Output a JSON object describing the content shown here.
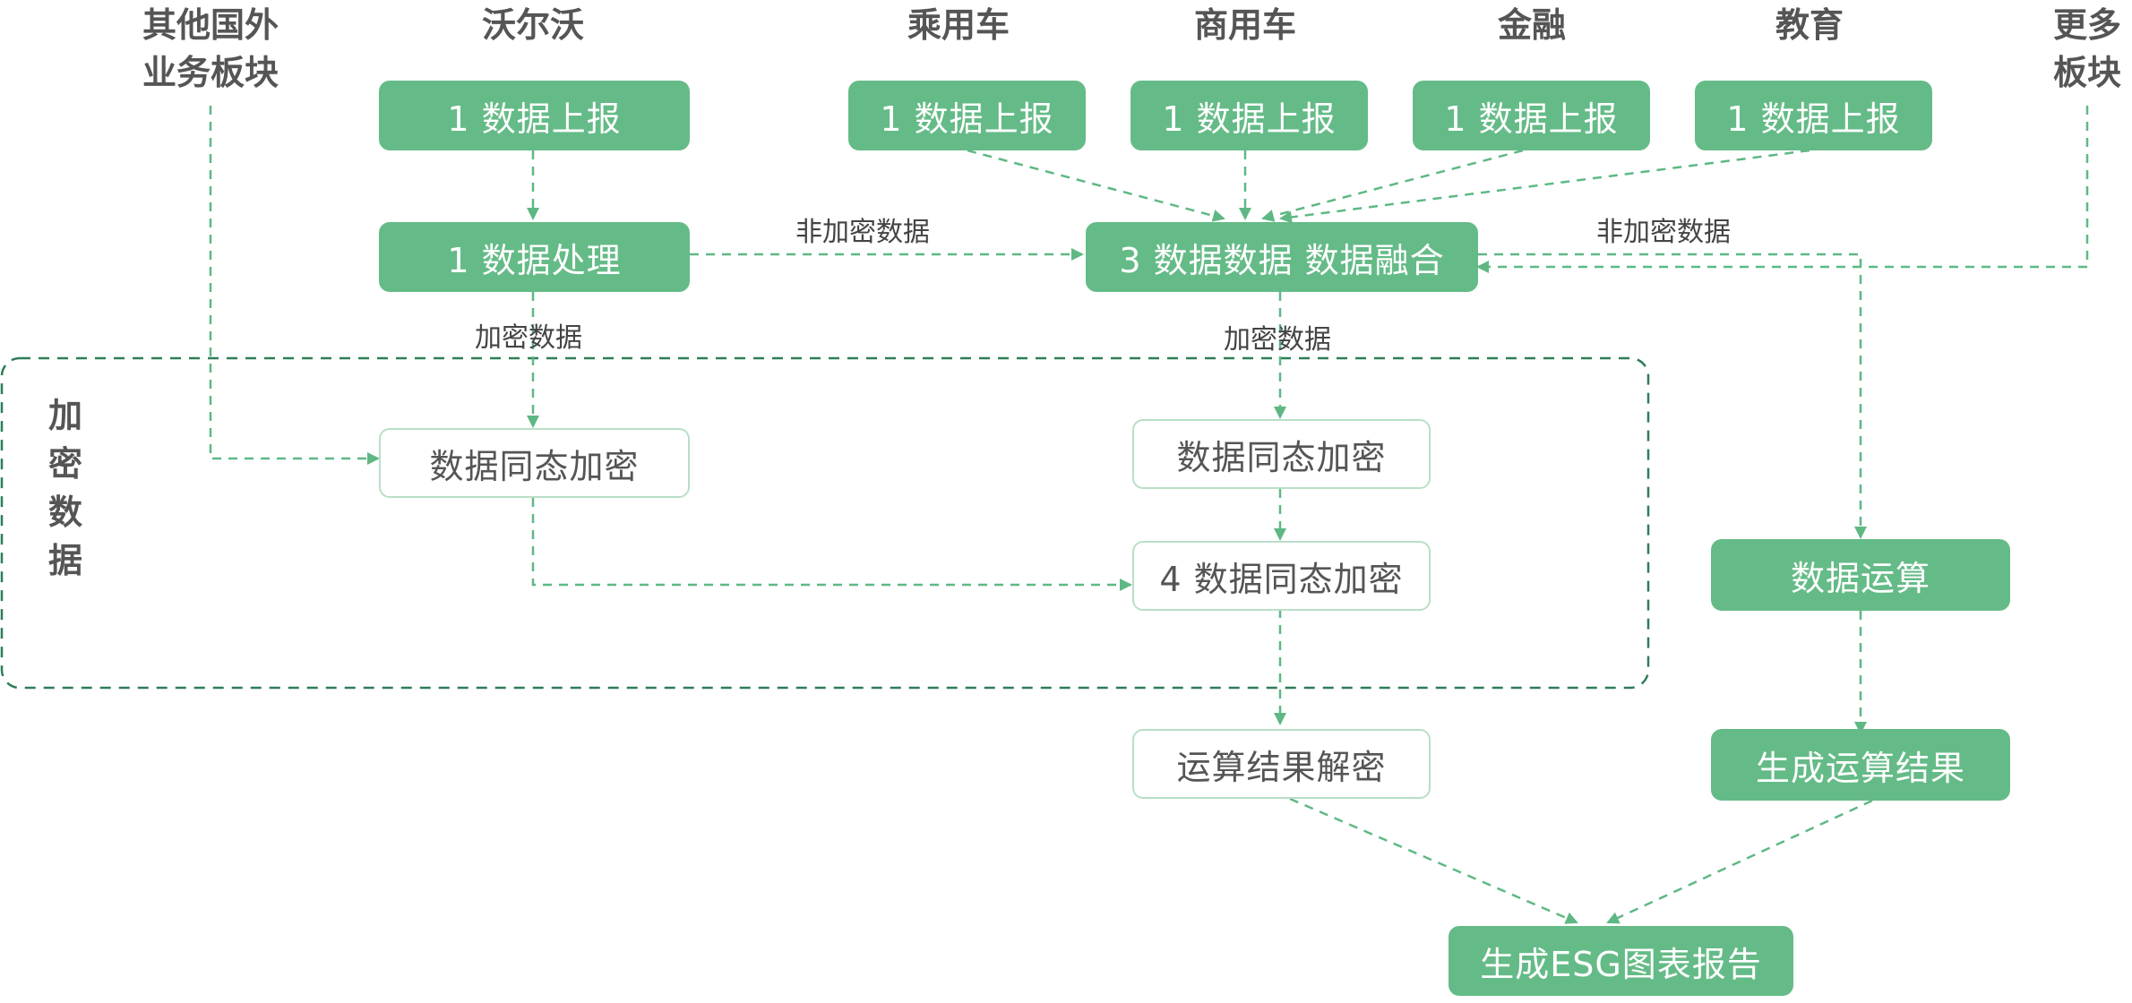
{
  "columns": {
    "other_overseas": [
      "其他国外",
      "业务板块"
    ],
    "volvo": "沃尔沃",
    "passenger_car": "乘用车",
    "commercial_car": "商用车",
    "finance": "金融",
    "education": "教育",
    "more": [
      "更多",
      "板块"
    ]
  },
  "nodes": {
    "volvo_report": "1 数据上报",
    "volvo_process": "1 数据处理",
    "passenger_report": "1 数据上报",
    "commercial_report": "1 数据上报",
    "finance_report": "1 数据上报",
    "education_report": "1 数据上报",
    "fusion": "3 数据数据 数据融合",
    "he_left": "数据同态加密",
    "he_mid": "数据同态加密",
    "he_4": "4 数据同态加密",
    "compute": "数据运算",
    "decrypt": "运算结果解密",
    "gen_result": "生成运算结果",
    "esg_report": "生成ESG图表报告"
  },
  "labels": {
    "non_encrypted_left": "非加密数据",
    "non_encrypted_right": "非加密数据",
    "encrypted_left": "加密数据",
    "encrypted_mid": "加密数据"
  },
  "region": {
    "title": [
      "加",
      "密",
      "数",
      "据"
    ]
  },
  "colors": {
    "node_fill": "#65bb87",
    "node_border": "#b9dfc6",
    "arrow": "#5fb884",
    "region_border": "#2f7d58"
  }
}
